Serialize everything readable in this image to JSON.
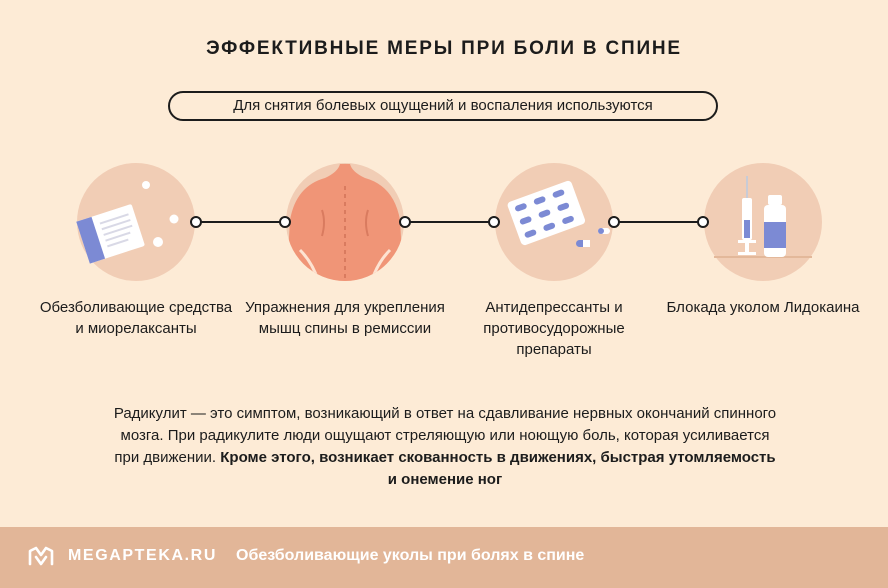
{
  "title": "ЭФФЕКТИВНЫЕ МЕРЫ ПРИ БОЛИ В СПИНЕ",
  "subtitle": "Для снятия болевых ощущений и воспаления используются",
  "measures": [
    {
      "label": "Обезболивающие средства и миорелаксанты",
      "icon": "pill-box-icon"
    },
    {
      "label": "Упражнения для укрепления мышц спины в ремиссии",
      "icon": "back-icon"
    },
    {
      "label": "Антидепрессанты и противосудорожные препараты",
      "icon": "capsule-blister-icon"
    },
    {
      "label": "Блокада уколом Лидокаина",
      "icon": "syringe-vial-icon"
    }
  ],
  "description": {
    "normal": "Радикулит — это симптом, возникающий в ответ на сдавливание нервных окончаний спинного мозга. При радикулите люди ощущают стреляющую или ноющую боль, которая усиливается при движении.",
    "bold": "Кроме этого, возникает скованность в движениях, быстрая утомляемость и онемение ног"
  },
  "footer": {
    "brand": "MEGAPTEKA.RU",
    "link": "Обезболивающие уколы при болях в спине"
  },
  "colors": {
    "background": "#fdebd6",
    "circle": "#f1cdb5",
    "footer": "#e2b698",
    "skin": "#f09577",
    "accent_blue": "#7c8ad4"
  }
}
